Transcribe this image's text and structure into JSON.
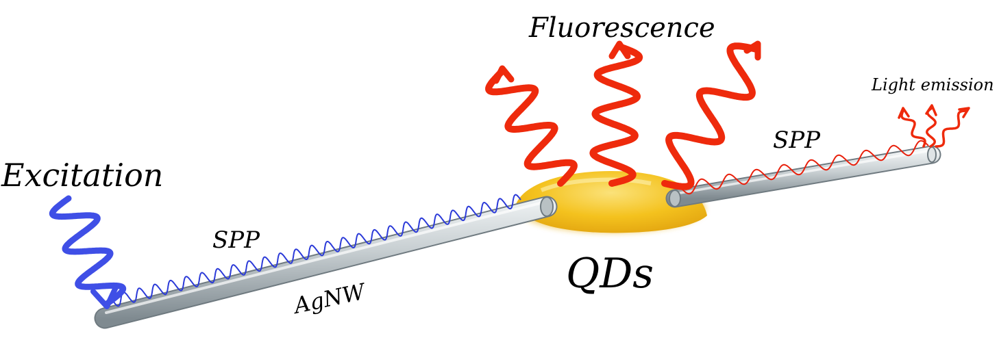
{
  "labels": {
    "excitation": "Excitation",
    "fluorescence": "Fluorescence",
    "light_emission": "Light emission",
    "spp_left": "SPP",
    "spp_right": "SPP",
    "agnw": "AgNW",
    "qds": "QDs"
  },
  "colors": {
    "excitation": "#3f4fe6",
    "spp_left": "#2b3ad8",
    "fluorescence": "#ee2a0c",
    "spp_right": "#e8200c",
    "quantum_dots": "#f4c21e",
    "nanowire": "#c9d0d3"
  }
}
